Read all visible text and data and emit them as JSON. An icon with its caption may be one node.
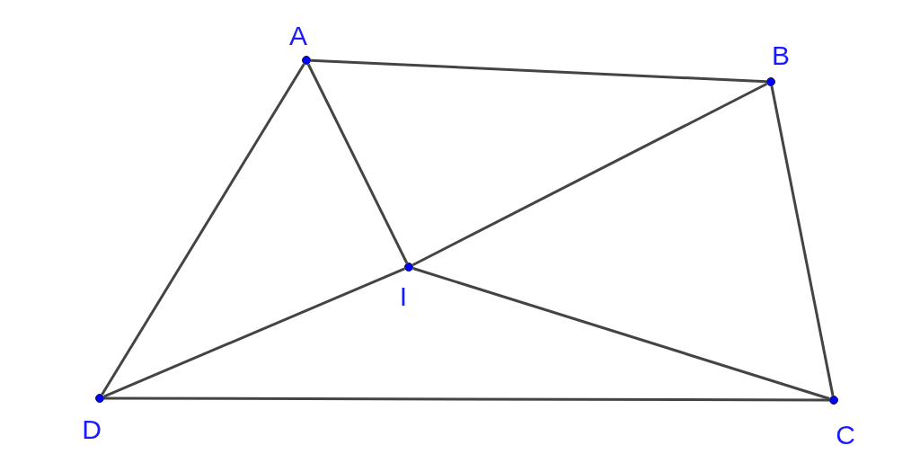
{
  "diagram": {
    "nodes": [
      {
        "text": [
          "A"
        ]
      },
      {
        "text": [
          "B"
        ]
      },
      {
        "text": [
          "C"
        ]
      },
      {
        "text": [
          "D"
        ]
      },
      {
        "text": [
          "I"
        ]
      }
    ],
    "edges": [
      {
        "from": 0,
        "to": 1,
        "arrow": "none"
      },
      {
        "from": 1,
        "to": 2,
        "arrow": "none"
      },
      {
        "from": 2,
        "to": 3,
        "arrow": "none"
      },
      {
        "from": 3,
        "to": 0,
        "arrow": "none"
      },
      {
        "from": 0,
        "to": 4,
        "arrow": "none"
      },
      {
        "from": 4,
        "to": 1,
        "arrow": "none"
      },
      {
        "from": 4,
        "to": 3,
        "arrow": "none"
      },
      {
        "from": 4,
        "to": 2,
        "arrow": "none"
      }
    ]
  }
}
